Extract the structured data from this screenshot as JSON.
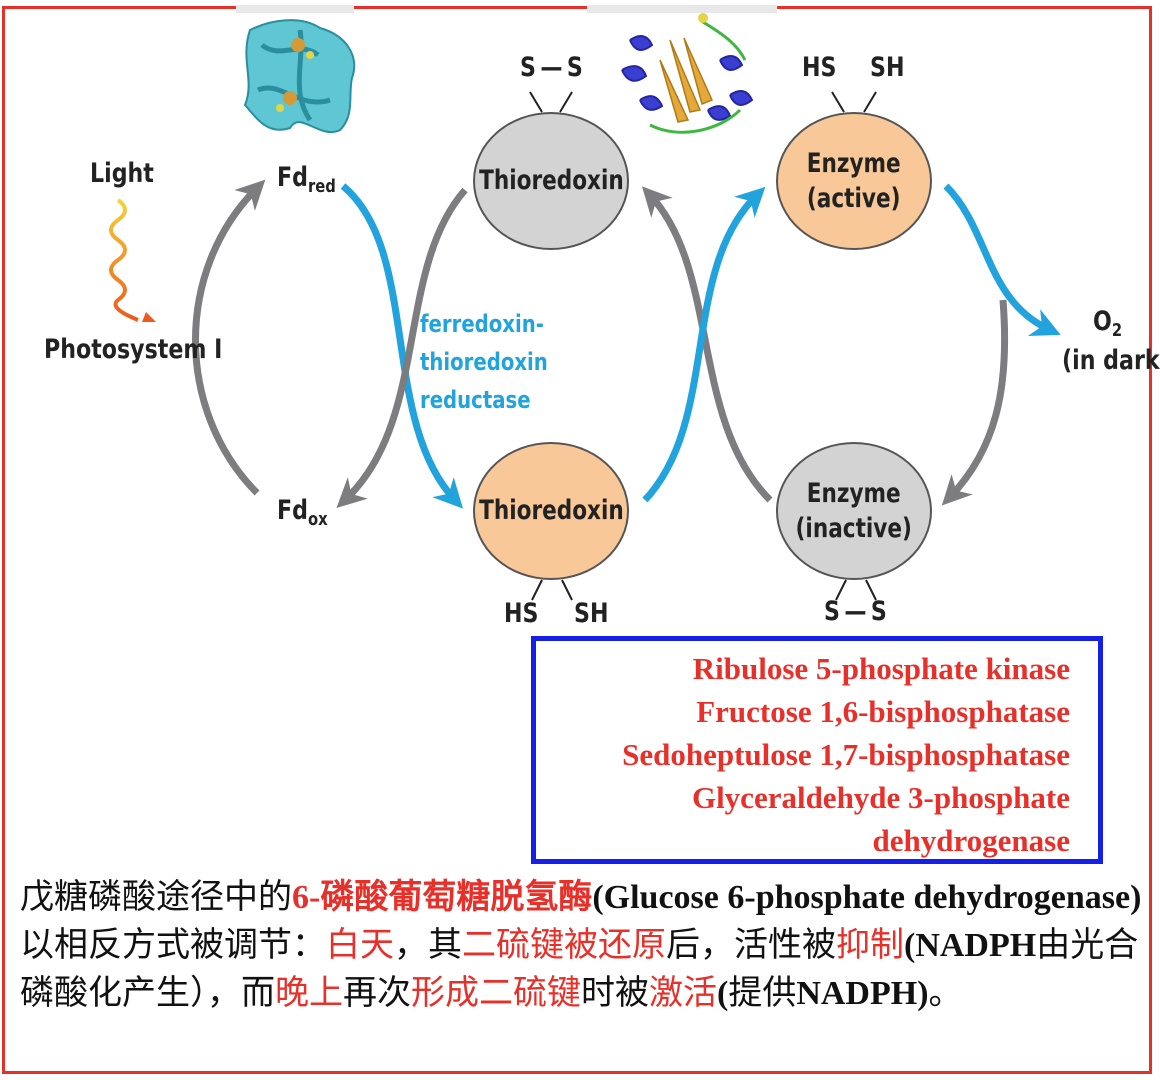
{
  "labels": {
    "light": "Light",
    "photosystem": "Photosystem I",
    "fd_red_main": "Fd",
    "fd_red_sub": "red",
    "fd_ox_main": "Fd",
    "fd_ox_sub": "ox",
    "o2_main": "O",
    "o2_sub": "2",
    "o2_note": "(in dark)",
    "reductase": "ferredoxin-\nthioredoxin\nreductase",
    "ss_top": "S — S",
    "hs_top": "HS",
    "sh_top": "SH",
    "hs_bottom": "HS",
    "sh_bottom": "SH",
    "ss_bottom": "S — S"
  },
  "nodes": {
    "thioredoxin_ox": "Thioredoxin",
    "thioredoxin_red": "Thioredoxin",
    "enzyme_active": "Enzyme\n(active)",
    "enzyme_inactive": "Enzyme\n(inactive)"
  },
  "enzymes": [
    "Ribulose 5-phosphate kinase",
    "Fructose 1,6-bisphosphatase",
    "Sedoheptulose 1,7-bisphosphatase",
    "Glyceraldehyde 3-phosphate",
    "dehydrogenase"
  ],
  "paragraph": [
    {
      "t": "戊糖磷酸途径中的",
      "s": ""
    },
    {
      "t": "6-磷酸葡萄糖脱氢酶",
      "s": "rb"
    },
    {
      "t": "(Glucose 6-phosphate dehydrogenase)",
      "s": "b"
    },
    {
      "t": "以相反方式被调节：",
      "s": ""
    },
    {
      "t": "白天",
      "s": "r"
    },
    {
      "t": "，其",
      "s": ""
    },
    {
      "t": "二硫键被还原",
      "s": "r"
    },
    {
      "t": "后，活性被",
      "s": ""
    },
    {
      "t": "抑制",
      "s": "r"
    },
    {
      "t": "(NADPH",
      "s": "b"
    },
    {
      "t": "由光合磷酸化产生），而",
      "s": ""
    },
    {
      "t": "晚上",
      "s": "r"
    },
    {
      "t": "再次",
      "s": ""
    },
    {
      "t": "形成二硫键",
      "s": "r"
    },
    {
      "t": "时被",
      "s": ""
    },
    {
      "t": "激活",
      "s": "r"
    },
    {
      "t": "(",
      "s": "b"
    },
    {
      "t": "提供",
      "s": ""
    },
    {
      "t": "NADPH)",
      "s": "b"
    },
    {
      "t": "。",
      "s": ""
    }
  ],
  "colors": {
    "frame": "#e8302a",
    "box_border": "#1420e8",
    "highlight_text": "#e8302a",
    "blue_arrow": "#22a3dd",
    "gray_arrow": "#7d7d80",
    "oval_gray": "#d3d3d3",
    "oval_peach": "#f9c898"
  },
  "icons": [
    "ferredoxin-structure-icon",
    "thioredoxin-structure-icon",
    "light-wave-icon"
  ]
}
